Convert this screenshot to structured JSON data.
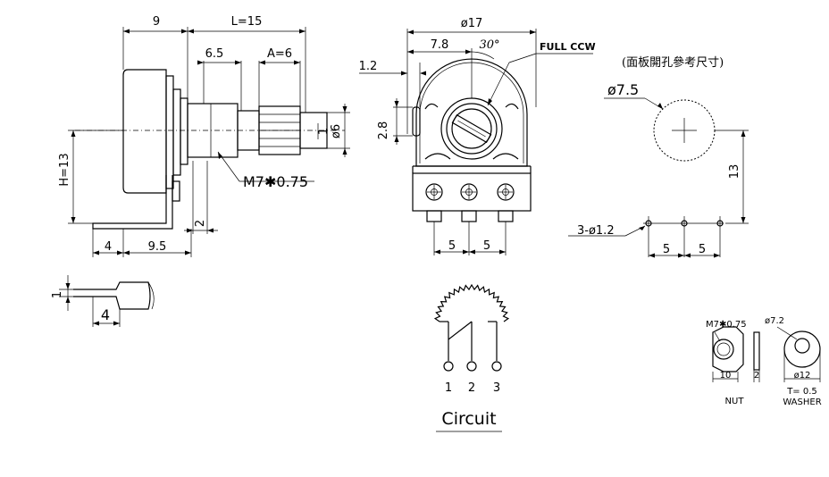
{
  "side_view": {
    "dim_9": "9",
    "dim_L": "L=15",
    "dim_6_5": "6.5",
    "dim_A": "A=6",
    "dim_1": "1",
    "dim_phi6": "ø6",
    "dim_H": "H=13",
    "thread": "M7✱0.75",
    "dim_2": "2",
    "dim_4": "4",
    "dim_9_5": "9.5"
  },
  "terminal_detail": {
    "dim_1": "1",
    "dim_4": "4"
  },
  "front_view": {
    "dim_phi17": "ø17",
    "dim_7_8": "7.8",
    "dim_angle": "30°",
    "full_ccw": "FULL CCW",
    "dim_1_2": "1.2",
    "dim_2_8": "2.8",
    "dim_5_left": "5",
    "dim_5_right": "5"
  },
  "panel_cutout": {
    "note": "(面板開孔參考尺寸)",
    "dim_phi7_5": "ø7.5",
    "dim_13": "13",
    "holes": "3-ø1.2",
    "dim_5_left": "5",
    "dim_5_right": "5"
  },
  "circuit": {
    "pins": [
      "1",
      "2",
      "3"
    ],
    "label": "Circuit"
  },
  "hardware": {
    "nut_thread": "M7✱0.75",
    "nut_width": "10",
    "nut_thickness": "2",
    "nut_label": "NUT",
    "washer_od": "ø7.2",
    "washer_id": "ø12",
    "washer_thickness": "T= 0.5",
    "washer_label": "WASHER"
  }
}
